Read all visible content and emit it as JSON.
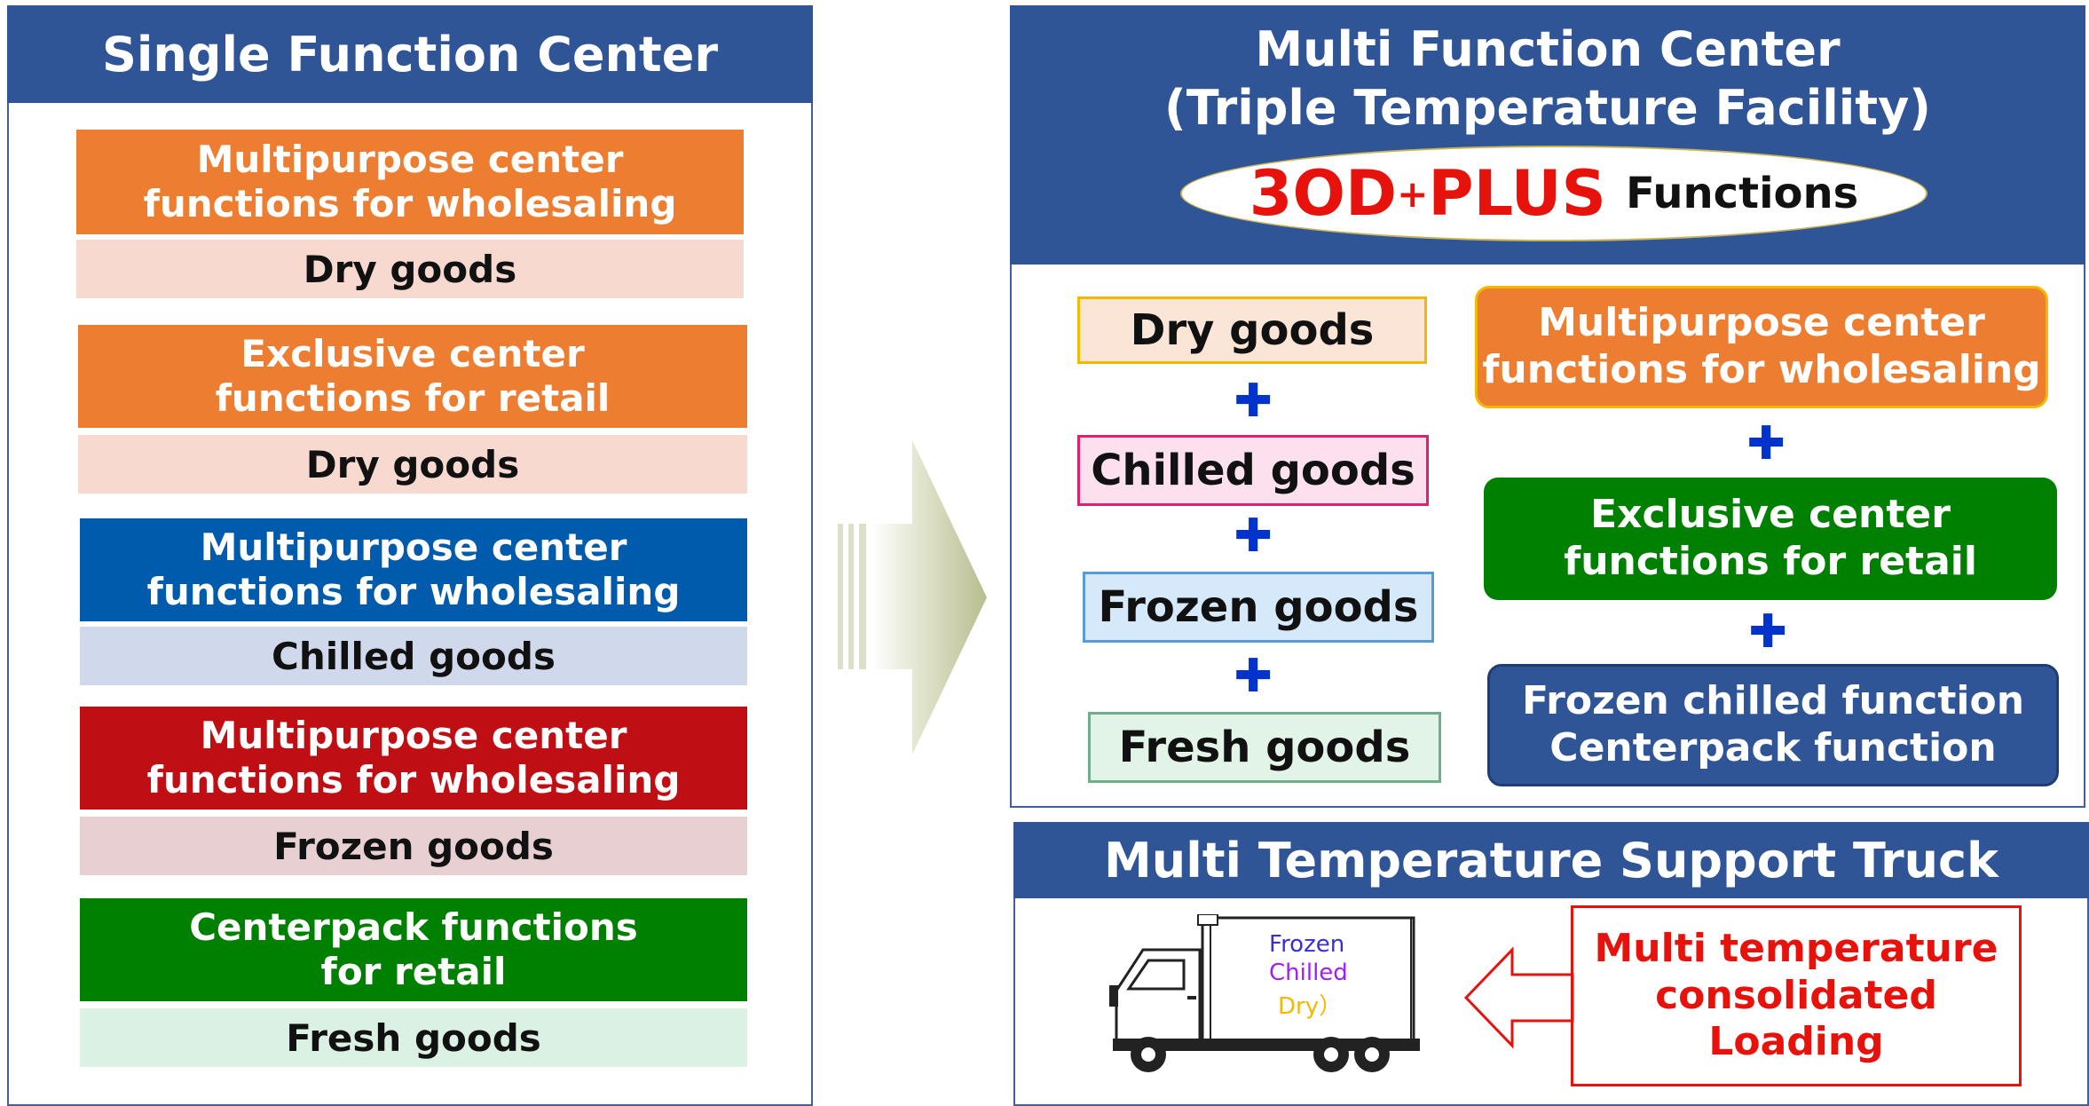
{
  "left_panel": {
    "title": "Single Function Center",
    "blocks": [
      {
        "function": "Multipurpose center\nfunctions for wholesaling",
        "goods": "Dry goods",
        "color": "#ed7d31",
        "goods_bg": "#f8d9d0"
      },
      {
        "function": "Exclusive center\nfunctions  for retail",
        "goods": "Dry goods",
        "color": "#ed7d31",
        "goods_bg": "#f8d9d0"
      },
      {
        "function": "Multipurpose center\nfunctions for wholesaling",
        "goods": "Chilled goods",
        "color": "#005bac",
        "goods_bg": "#d0d8ec"
      },
      {
        "function": "Multipurpose center\nfunctions for wholesaling",
        "goods": "Frozen goods",
        "color": "#c00f14",
        "goods_bg": "#e8cfd2"
      },
      {
        "function": "Centerpack functions\nfor retail",
        "goods": "Fresh goods",
        "color": "#008000",
        "goods_bg": "#daf1e4"
      }
    ]
  },
  "right_panel": {
    "title_line1": "Multi Function Center",
    "title_line2": "(Triple Temperature Facility)",
    "badge_main": "3OD",
    "badge_sup": "+",
    "badge_plus": "PLUS",
    "badge_suffix": "Functions",
    "goods": [
      {
        "label": "Dry goods",
        "bg": "#fbe5d6",
        "border": "#f5b800"
      },
      {
        "label": "Chilled goods",
        "bg": "#fde0ee",
        "border": "#e0226e"
      },
      {
        "label": "Frozen goods",
        "bg": "#d6e9fa",
        "border": "#5b9bd5"
      },
      {
        "label": "Fresh goods",
        "bg": "#e2f3e8",
        "border": "#70ad8a"
      }
    ],
    "functions": [
      {
        "label": "Multipurpose center\nfunctions for wholesaling",
        "color": "#ed7d31"
      },
      {
        "label": "Exclusive center\nfunctions for retail",
        "color": "#008000"
      },
      {
        "label": "Frozen chilled function\nCenterpack function",
        "color": "#2f5597"
      }
    ],
    "plus_symbol": "✚"
  },
  "truck_panel": {
    "title": "Multi Temperature Support Truck",
    "truck_labels": {
      "frozen": "Frozen",
      "chilled": "Chilled",
      "dry": "Dry）"
    },
    "truck_label_colors": {
      "frozen": "#3a2fd4",
      "chilled": "#a020f0",
      "dry": "#f5b800"
    },
    "loading_text": "Multi temperature\nconsolidated\nLoading",
    "loading_color": "#e8120c"
  }
}
